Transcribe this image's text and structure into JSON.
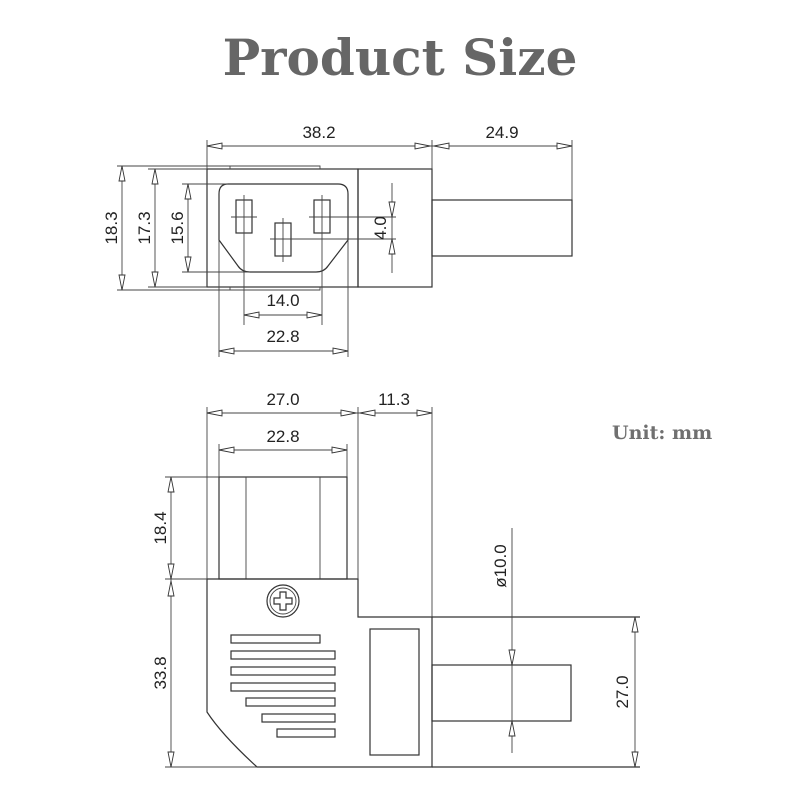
{
  "title": "Product Size",
  "unit_label": "Unit: mm",
  "top_view": {
    "dimensions": {
      "total_width": "38.2",
      "cable_length": "24.9",
      "outer_height": "18.3",
      "body_height": "17.3",
      "socket_height": "15.6",
      "pin_offset": "4.0",
      "pin_spacing": "14.0",
      "socket_width": "22.8"
    }
  },
  "side_view": {
    "dimensions": {
      "body_width": "27.0",
      "cable_offset": "11.3",
      "plug_width": "22.8",
      "plug_height": "18.4",
      "body_height": "33.8",
      "cable_diameter": "ø10.0",
      "strain_relief_height": "27.0"
    }
  },
  "colors": {
    "title": "#666666",
    "lines": "#333333",
    "background": "#ffffff"
  }
}
